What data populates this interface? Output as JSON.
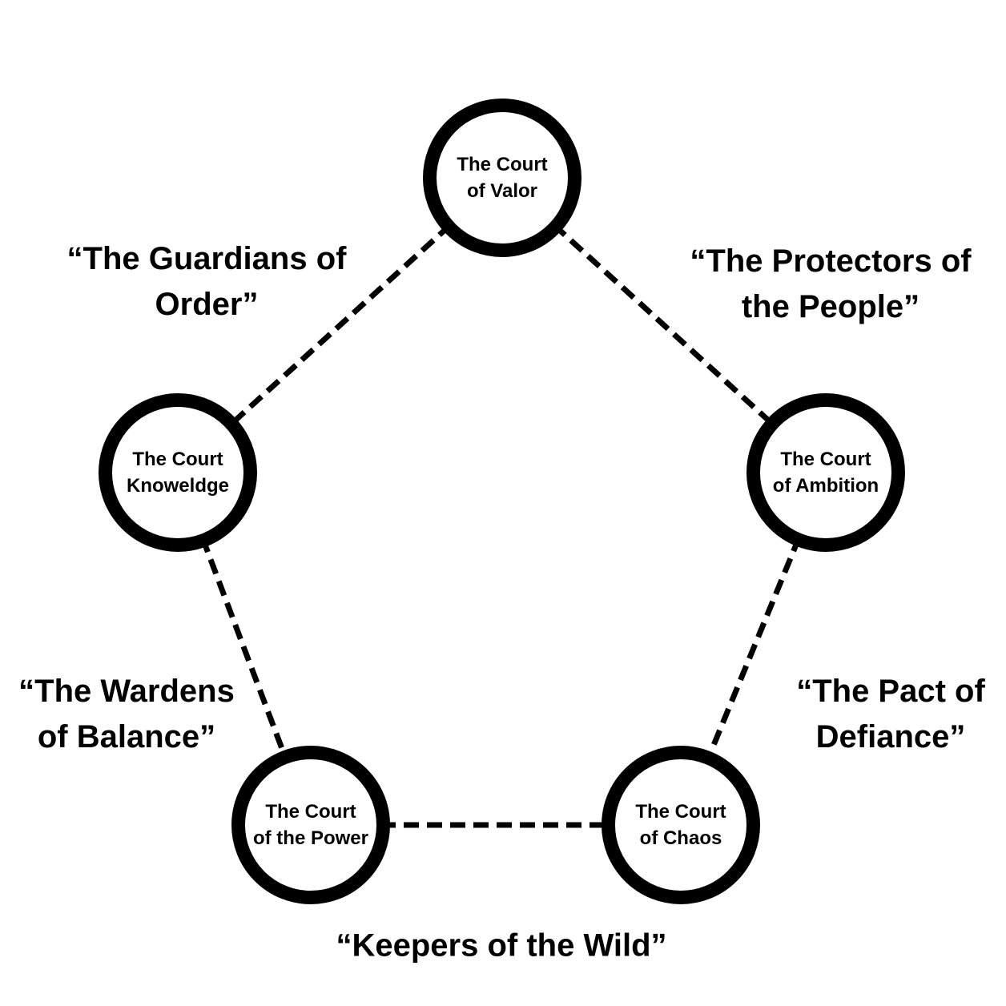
{
  "colors": {
    "ink": "#000000",
    "background": "#ffffff"
  },
  "diagram": {
    "type": "relationship-pentagon",
    "nodes": [
      {
        "id": "court-of-valor",
        "line1": "The Court",
        "line2": "of Valor"
      },
      {
        "id": "court-knoweldge",
        "line1": "The Court",
        "line2": "Knoweldge"
      },
      {
        "id": "court-of-ambition",
        "line1": "The Court",
        "line2": "of Ambition"
      },
      {
        "id": "court-of-the-power",
        "line1": "The Court",
        "line2": "of the Power"
      },
      {
        "id": "court-of-chaos",
        "line1": "The Court",
        "line2": "of Chaos"
      }
    ],
    "edges": [
      {
        "from": "court-of-valor",
        "to": "court-knoweldge",
        "style": "dashed",
        "label": "“The Guardians of Order”"
      },
      {
        "from": "court-of-valor",
        "to": "court-of-ambition",
        "style": "dashed",
        "label": "“The Protectors of the People”"
      },
      {
        "from": "court-knoweldge",
        "to": "court-of-the-power",
        "style": "dashed",
        "label": "“The Wardens of Balance”"
      },
      {
        "from": "court-of-ambition",
        "to": "court-of-chaos",
        "style": "dashed",
        "label": "“The Pact of Defiance”"
      },
      {
        "from": "court-of-the-power",
        "to": "court-of-chaos",
        "style": "dashed",
        "label": "“Keepers of the Wild”"
      }
    ],
    "edge_labels": [
      {
        "line1": "“The Guardians of",
        "line2": "Order”"
      },
      {
        "line1": "“The Protectors of",
        "line2": "the People”"
      },
      {
        "line1": "“The Wardens",
        "line2": "of Balance”"
      },
      {
        "line1": "“The Pact of",
        "line2": "Defiance”"
      },
      {
        "line1": "“Keepers of the Wild”",
        "line2": ""
      }
    ]
  }
}
